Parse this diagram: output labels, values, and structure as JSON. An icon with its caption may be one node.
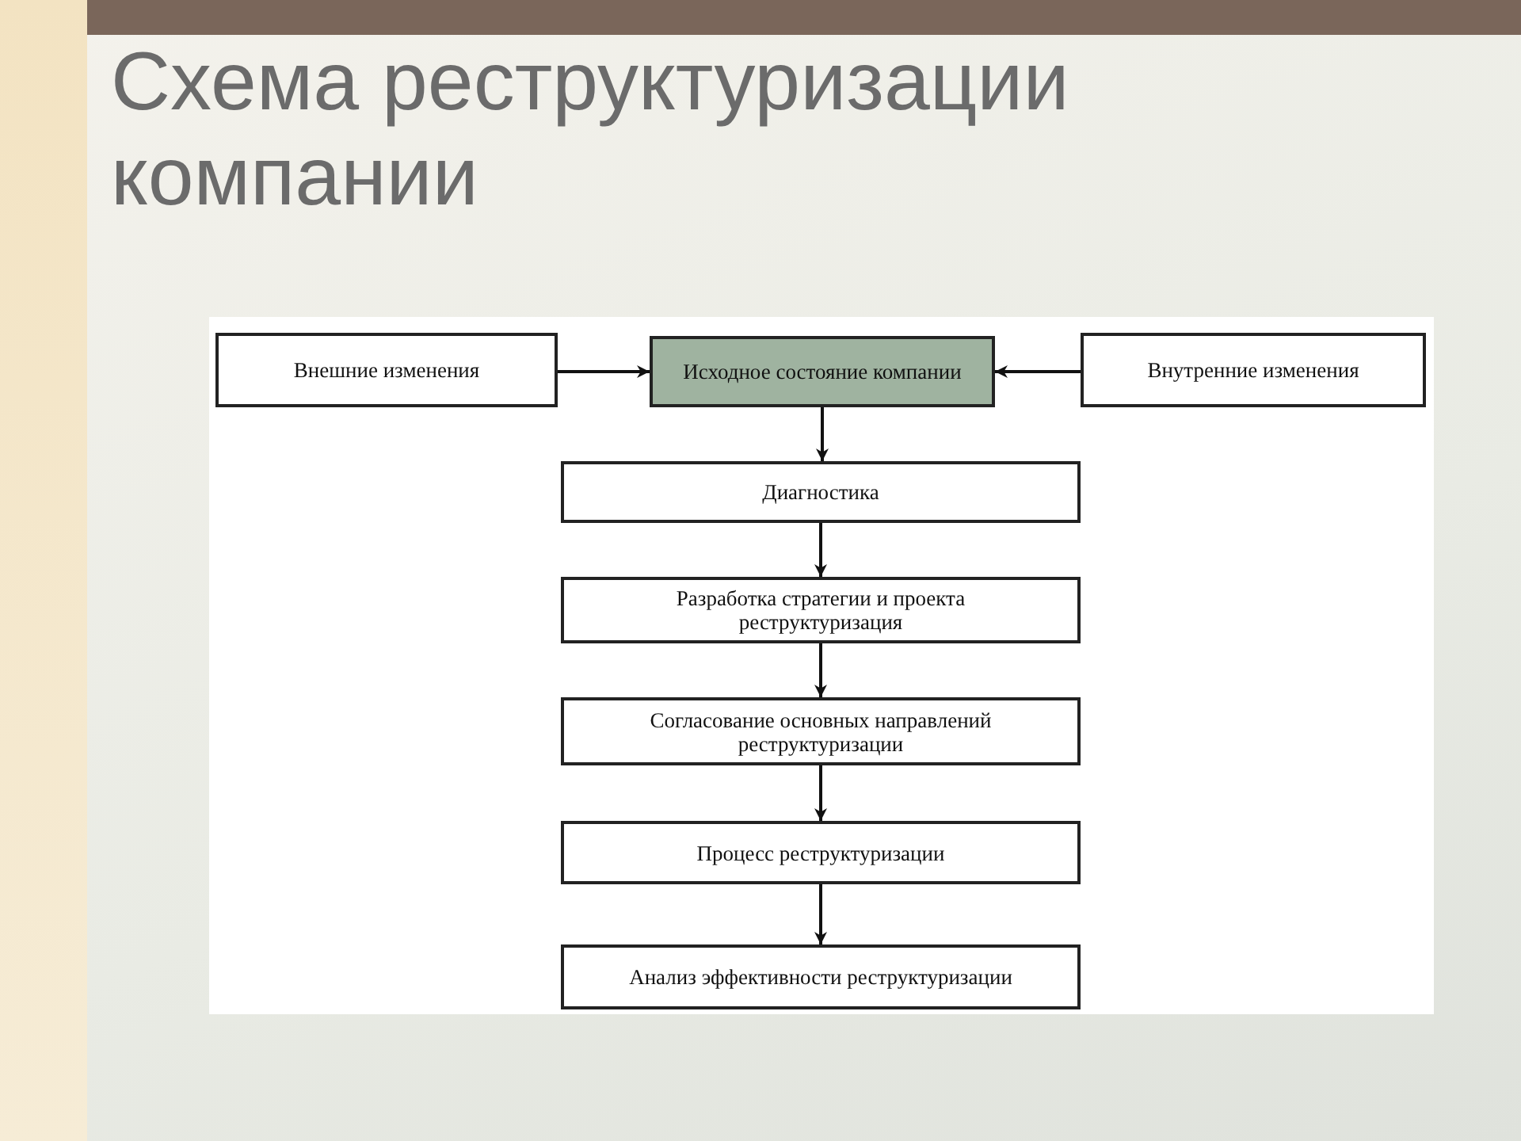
{
  "diagram": {
    "title": "Схема реструктуризации компании",
    "nodes": [
      {
        "text": [
          "Внешние изменения"
        ]
      },
      {
        "text": [
          "Исходное состояние компании"
        ]
      },
      {
        "text": [
          "Внутренние изменения"
        ]
      },
      {
        "text": [
          "Диагностика"
        ]
      },
      {
        "text": [
          "Разработка стратегии и проекта реструктуризация"
        ]
      },
      {
        "text": [
          "Согласование основных направлений реструктуризации"
        ]
      },
      {
        "text": [
          "Процесс реструктуризации"
        ]
      },
      {
        "text": [
          "Анализ эффективности реструктуризации"
        ]
      }
    ],
    "edges": [
      {
        "from": 0,
        "to": 1,
        "arrow": "to"
      },
      {
        "from": 2,
        "to": 1,
        "arrow": "to"
      },
      {
        "from": 1,
        "to": 3,
        "arrow": "to"
      },
      {
        "from": 3,
        "to": 4,
        "arrow": "to"
      },
      {
        "from": 4,
        "to": 5,
        "arrow": "to"
      },
      {
        "from": 5,
        "to": 6,
        "arrow": "to"
      },
      {
        "from": 6,
        "to": 7,
        "arrow": "to"
      }
    ]
  }
}
